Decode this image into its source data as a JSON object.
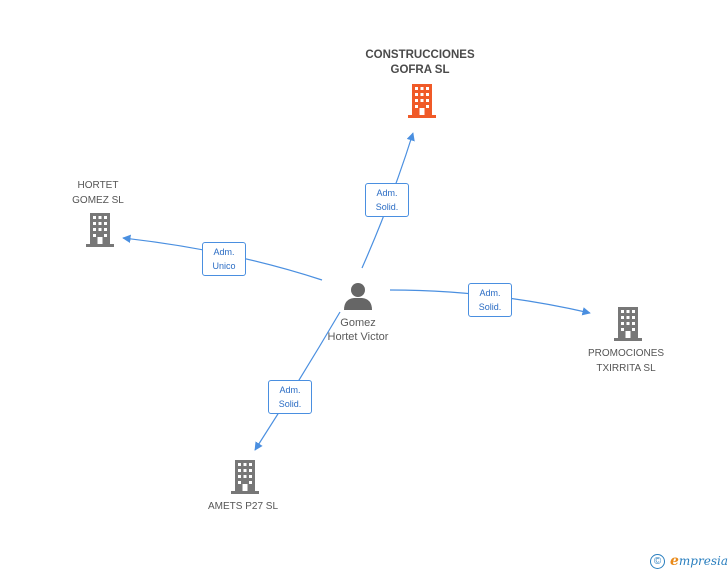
{
  "colors": {
    "edge": "#4a8fe0",
    "building_main": "#f05a28",
    "building": "#777777",
    "person": "#666666"
  },
  "nodes": {
    "construcciones": {
      "label": "CONSTRUCCIONES\nGOFRA SL",
      "icon": "building-icon"
    },
    "hortet": {
      "label": "HORTET\nGOMEZ SL",
      "icon": "building-icon"
    },
    "promociones": {
      "label": "PROMOCIONES\nTXIRRITA SL",
      "icon": "building-icon"
    },
    "amets": {
      "label": "AMETS P27 SL",
      "icon": "building-icon"
    },
    "person": {
      "label": "Gomez\nHortet Victor",
      "icon": "person-icon"
    }
  },
  "edges": {
    "to_construcciones": {
      "label": "Adm.\nSolid."
    },
    "to_hortet": {
      "label": "Adm.\nUnico"
    },
    "to_promociones": {
      "label": "Adm.\nSolid."
    },
    "to_amets": {
      "label": "Adm.\nSolid."
    }
  },
  "footer": {
    "copyright": "©",
    "brand_first": "e",
    "brand_rest": "mpresia"
  }
}
